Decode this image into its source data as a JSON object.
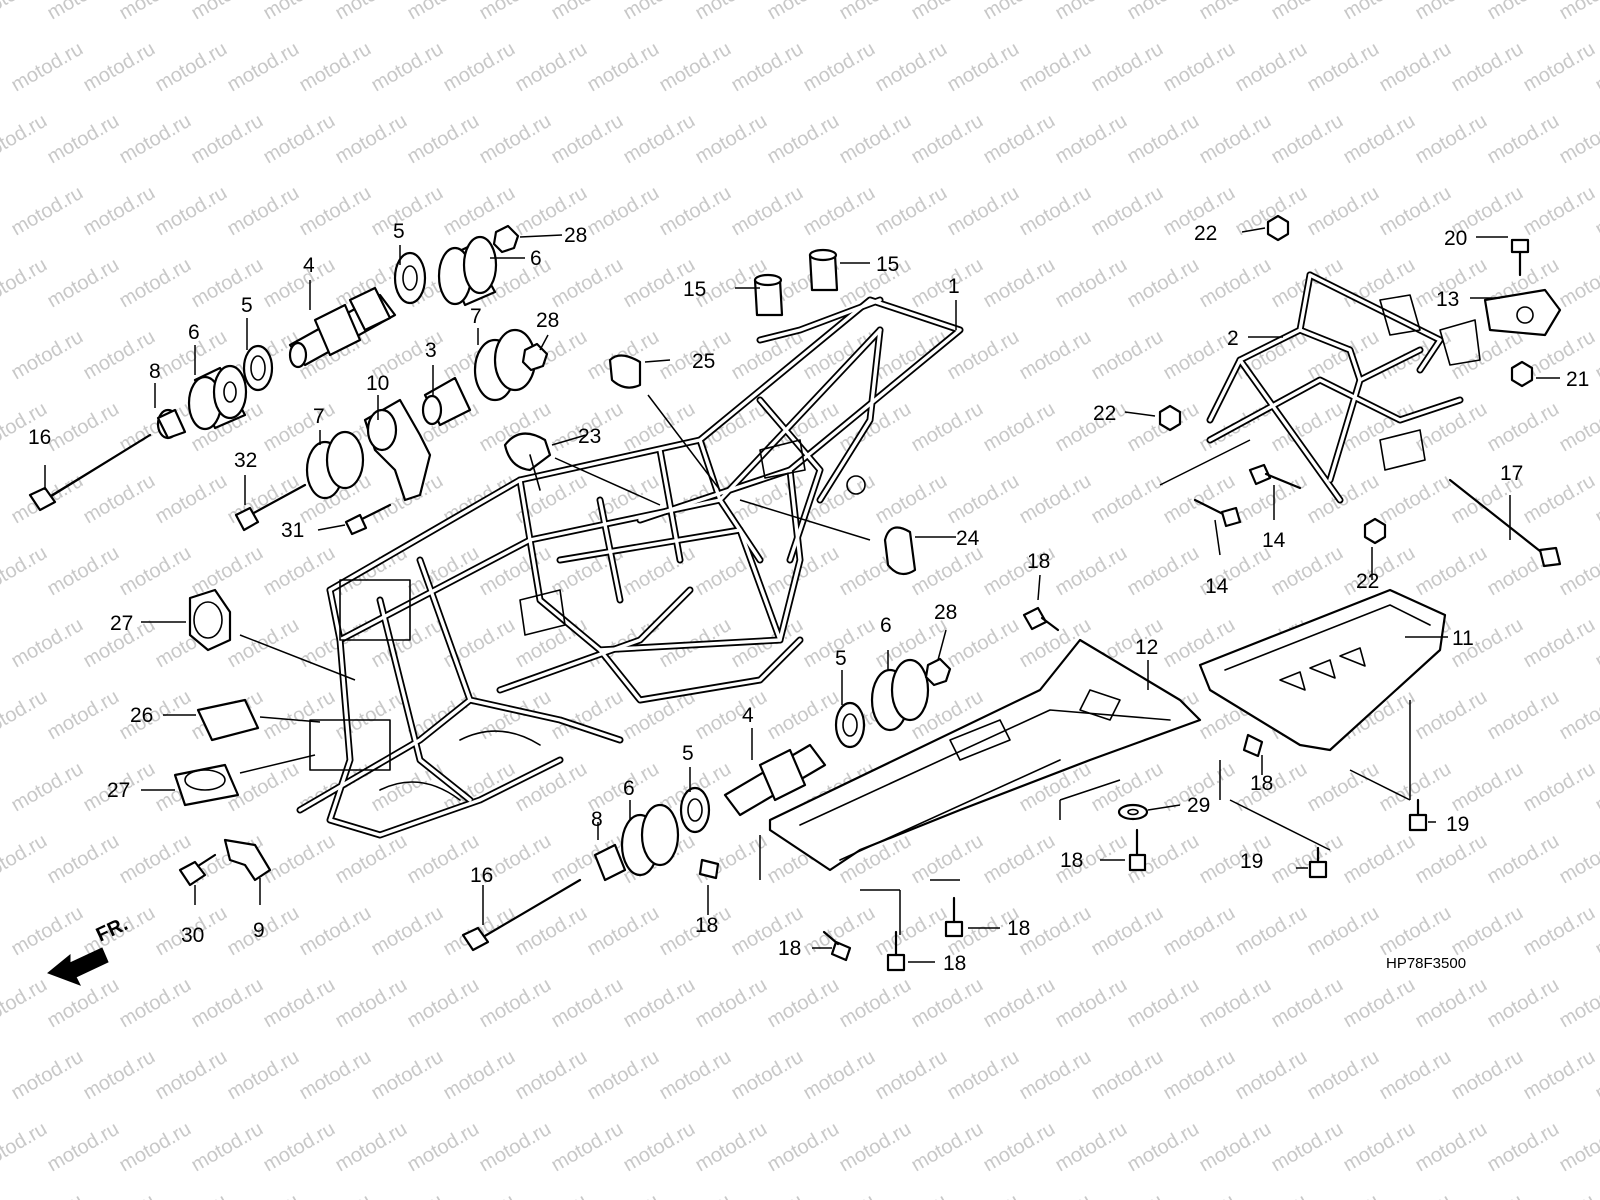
{
  "diagram": {
    "watermark": "motod.ru",
    "code": "HP78F3500",
    "direction_label": "FR.",
    "callouts": [
      {
        "id": "c1",
        "label": "1"
      },
      {
        "id": "c2",
        "label": "2"
      },
      {
        "id": "c3",
        "label": "3"
      },
      {
        "id": "c4a",
        "label": "4"
      },
      {
        "id": "c4b",
        "label": "4"
      },
      {
        "id": "c5a",
        "label": "5"
      },
      {
        "id": "c5b",
        "label": "5"
      },
      {
        "id": "c5c",
        "label": "5"
      },
      {
        "id": "c5d",
        "label": "5"
      },
      {
        "id": "c6a",
        "label": "6"
      },
      {
        "id": "c6b",
        "label": "6"
      },
      {
        "id": "c6c",
        "label": "6"
      },
      {
        "id": "c6d",
        "label": "6"
      },
      {
        "id": "c7a",
        "label": "7"
      },
      {
        "id": "c7b",
        "label": "7"
      },
      {
        "id": "c8a",
        "label": "8"
      },
      {
        "id": "c8b",
        "label": "8"
      },
      {
        "id": "c9",
        "label": "9"
      },
      {
        "id": "c10",
        "label": "10"
      },
      {
        "id": "c11",
        "label": "11"
      },
      {
        "id": "c12",
        "label": "12"
      },
      {
        "id": "c13",
        "label": "13"
      },
      {
        "id": "c14a",
        "label": "14"
      },
      {
        "id": "c14b",
        "label": "14"
      },
      {
        "id": "c15a",
        "label": "15"
      },
      {
        "id": "c15b",
        "label": "15"
      },
      {
        "id": "c16a",
        "label": "16"
      },
      {
        "id": "c16b",
        "label": "16"
      },
      {
        "id": "c17",
        "label": "17"
      },
      {
        "id": "c18a",
        "label": "18"
      },
      {
        "id": "c18b",
        "label": "18"
      },
      {
        "id": "c18c",
        "label": "18"
      },
      {
        "id": "c18d",
        "label": "18"
      },
      {
        "id": "c18e",
        "label": "18"
      },
      {
        "id": "c18f",
        "label": "18"
      },
      {
        "id": "c18g",
        "label": "18"
      },
      {
        "id": "c19a",
        "label": "19"
      },
      {
        "id": "c19b",
        "label": "19"
      },
      {
        "id": "c20",
        "label": "20"
      },
      {
        "id": "c21",
        "label": "21"
      },
      {
        "id": "c22a",
        "label": "22"
      },
      {
        "id": "c22b",
        "label": "22"
      },
      {
        "id": "c22c",
        "label": "22"
      },
      {
        "id": "c23",
        "label": "23"
      },
      {
        "id": "c24",
        "label": "24"
      },
      {
        "id": "c25",
        "label": "25"
      },
      {
        "id": "c26",
        "label": "26"
      },
      {
        "id": "c27a",
        "label": "27"
      },
      {
        "id": "c27b",
        "label": "27"
      },
      {
        "id": "c28a",
        "label": "28"
      },
      {
        "id": "c28b",
        "label": "28"
      },
      {
        "id": "c28c",
        "label": "28"
      },
      {
        "id": "c29",
        "label": "29"
      },
      {
        "id": "c30",
        "label": "30"
      },
      {
        "id": "c31",
        "label": "31"
      },
      {
        "id": "c32",
        "label": "32"
      }
    ]
  }
}
